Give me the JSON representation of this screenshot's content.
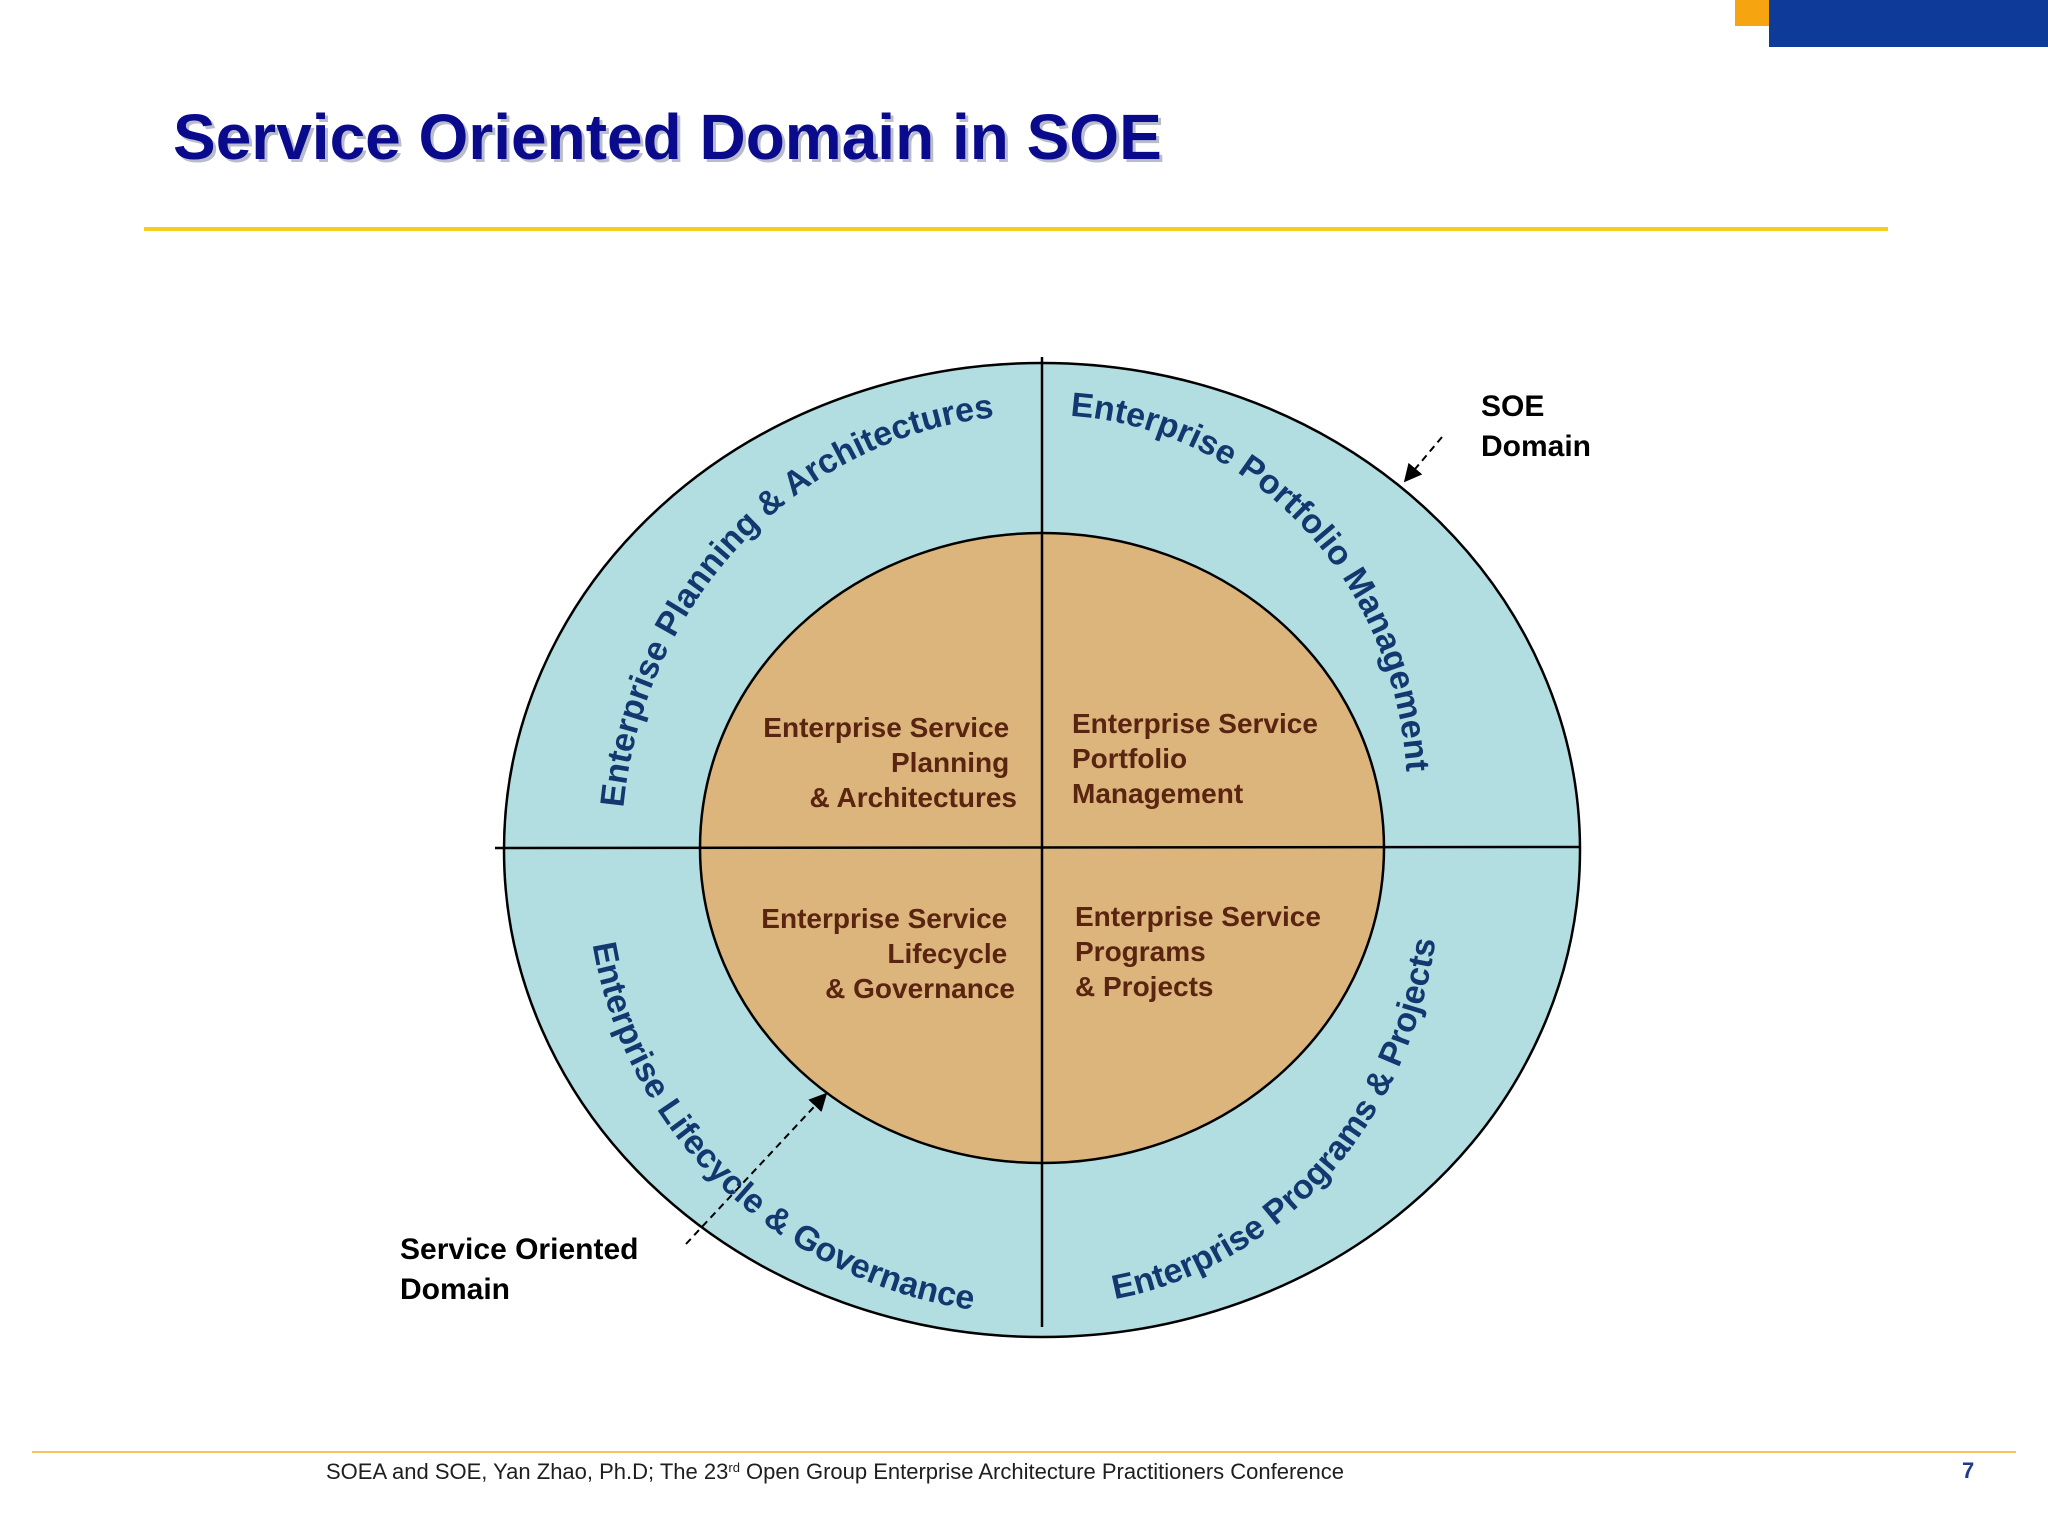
{
  "slide": {
    "title": "Service Oriented Domain in SOE",
    "footer": {
      "text_before": "SOEA and SOE, Yan Zhao, Ph.D; The 23",
      "superscript": "rd",
      "text_after": " Open Group Enterprise Architecture Practitioners Conference",
      "page_number": "7"
    }
  },
  "diagram": {
    "outer_ring": {
      "top_left": "Enterprise Planning & Architectures",
      "top_right": "Enterprise Portfolio Management",
      "bottom_left": "Enterprise Lifecycle & Governance",
      "bottom_right": "Enterprise Programs & Projects"
    },
    "inner_circle": {
      "top_left": [
        "Enterprise Service",
        "Planning",
        "& Architectures"
      ],
      "top_right": [
        "Enterprise Service",
        "Portfolio",
        "Management"
      ],
      "bottom_left": [
        "Enterprise Service",
        "Lifecycle",
        "& Governance"
      ],
      "bottom_right": [
        "Enterprise Service",
        "Programs",
        "& Projects"
      ]
    },
    "callouts": {
      "soe_domain": [
        "SOE",
        "Domain"
      ],
      "service_oriented_domain": [
        "Service Oriented",
        "Domain"
      ]
    },
    "colors": {
      "outer_fill": "#b2dde1",
      "inner_fill": "#dbb57c",
      "outer_text": "#12386f",
      "inner_text": "#5a2410",
      "title": "#0a0a8c",
      "title_rule": "#f3cf1e"
    }
  }
}
